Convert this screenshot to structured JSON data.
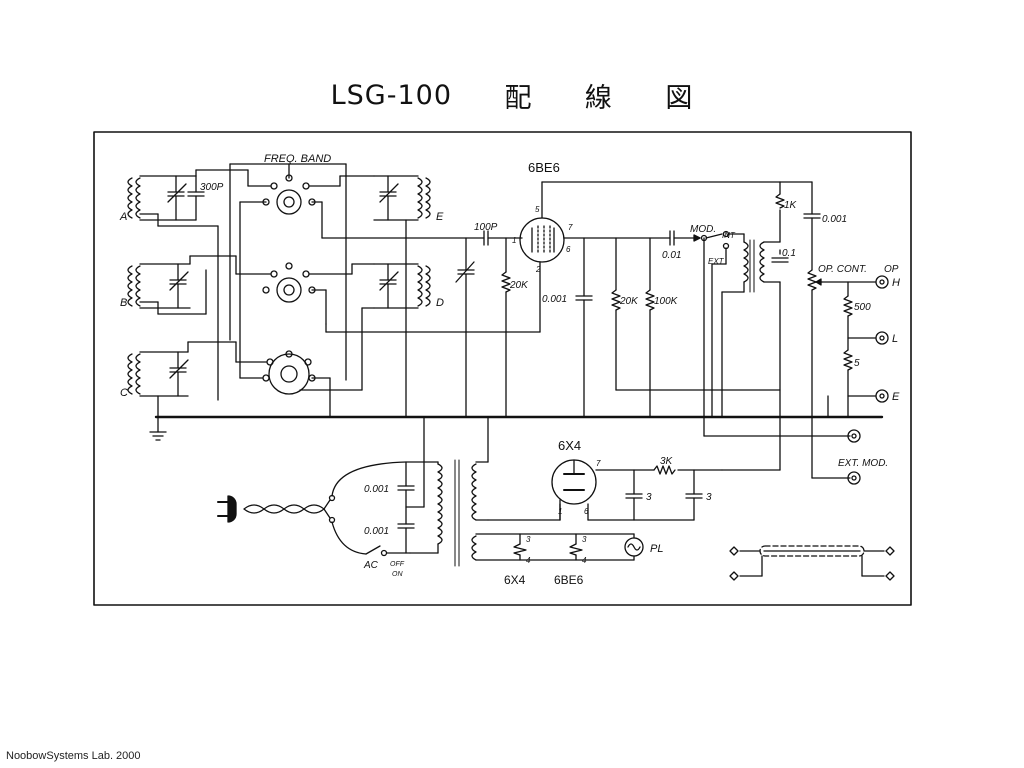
{
  "title": {
    "model": "LSG-100",
    "chars": [
      "配",
      "線",
      "図"
    ]
  },
  "footer": "NoobowSystems Lab. 2000",
  "labels": {
    "freq_band": "FREQ. BAND",
    "coil_a": "A",
    "coil_b": "B",
    "coil_c": "C",
    "coil_d": "D",
    "coil_e": "E",
    "cap_300p": "300P",
    "tube_6be6": "6BE6",
    "pin_5": "5",
    "pin_1": "1",
    "pin_7": "7",
    "pin_6": "6",
    "pin_2": "2",
    "cap_100p": "100P",
    "res_20k_grid": "20K",
    "cap_001_plate": "0.001",
    "res_20k_plate": "20K",
    "res_100k": "100K",
    "cap_001_mod": "0.01",
    "mod_switch": "MOD.",
    "mod_int": "INT",
    "mod_ext": "EXT",
    "res_1k": "1K",
    "cap_0001_out": "0.001",
    "cap_01_out": "0.1",
    "op_cont": "OP. CONT.",
    "op": "OP",
    "term_h": "H",
    "res_500": "500",
    "term_l": "L",
    "res_5": "5",
    "term_e": "E",
    "ext_mod": "EXT. MOD.",
    "tube_6x4": "6X4",
    "pin_6x4_7": "7",
    "pin_6x4_1": "1",
    "pin_6x4_6": "6",
    "res_3k": "3K",
    "cap_3a": "3",
    "cap_3b": "3",
    "cap_line_1": "0.001",
    "cap_line_2": "0.001",
    "ac": "AC",
    "off": "OFF",
    "on": "ON",
    "heater_3a": "3",
    "heater_4a": "4",
    "heater_3b": "3",
    "heater_4b": "4",
    "pilot_lamp": "PL",
    "heater_tube_1": "6X4",
    "heater_tube_2": "6BE6"
  }
}
